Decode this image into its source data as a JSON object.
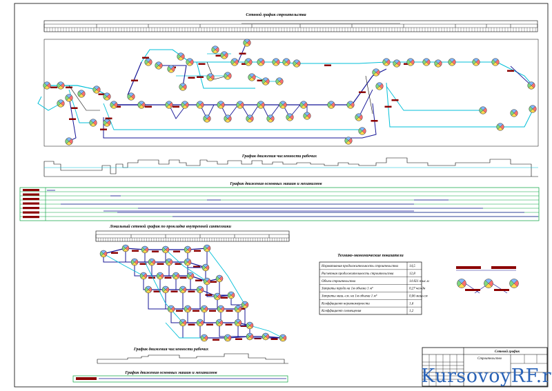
{
  "titles": {
    "network_graph": "Сетевой график строительства",
    "workforce_main": "График движения численности рабочих",
    "machines_main": "График движения основных машин и механизмов",
    "local_network": "Локальный сетевой график по прокладке внутренней сантехники",
    "workforce_local": "График движения численности рабочих",
    "machines_local": "График движения основных машин и механизмов",
    "tech_indicators": "Технико-экономические показатели"
  },
  "tech_indicators": [
    {
      "label": "Нормативная продолжительность строительства",
      "value": "14,5 "
    },
    {
      "label": "Расчетная продолжительность строительства",
      "value": "12,8 "
    },
    {
      "label": "Объем строительства",
      "value": "14 821 тыс.м"
    },
    {
      "label": "Затраты труда на 1м объема 1 м³",
      "value": "0,27 чел-дн"
    },
    {
      "label": "Затраты маш.-см. на 1м объема 1 м³",
      "value": "0,06 маш-см"
    },
    {
      "label": "Коэффициент неравномерности",
      "value": "1,6"
    },
    {
      "label": "Коэффициент совмещения",
      "value": "1,2"
    }
  ],
  "title_block": {
    "name": "Сетевой график",
    "subtitle": "Строительство"
  },
  "watermark": "KursovoyRF.ru",
  "colors": {
    "cyan": "#00bfd8",
    "blue": "#141496",
    "red": "#8b0000",
    "green": "#00a03c",
    "black": "#000000"
  }
}
